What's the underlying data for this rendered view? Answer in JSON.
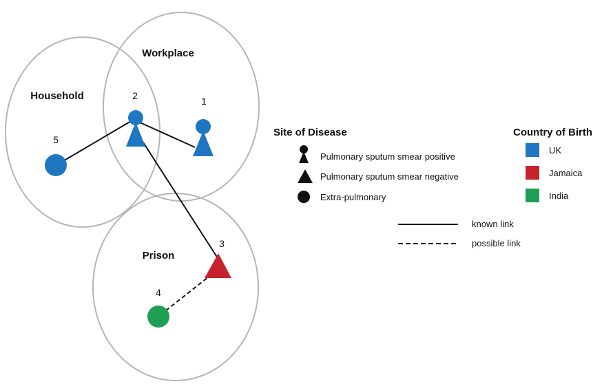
{
  "settings": {
    "household": "Household",
    "workplace": "Workplace",
    "prison": "Prison"
  },
  "cases": [
    {
      "id": "1",
      "site": "Pulmonary sputum smear positive",
      "country": "UK"
    },
    {
      "id": "2",
      "site": "Pulmonary sputum smear positive",
      "country": "UK"
    },
    {
      "id": "3",
      "site": "Pulmonary sputum smear negative",
      "country": "Jamaica"
    },
    {
      "id": "4",
      "site": "Extra-pulmonary",
      "country": "India"
    },
    {
      "id": "5",
      "site": "Extra-pulmonary",
      "country": "UK"
    }
  ],
  "links": [
    {
      "from": "2",
      "to": "5",
      "type": "known link"
    },
    {
      "from": "2",
      "to": "1",
      "type": "known link"
    },
    {
      "from": "2",
      "to": "3",
      "type": "known link"
    },
    {
      "from": "3",
      "to": "4",
      "type": "possible link"
    }
  ],
  "legend": {
    "site_title": "Site of Disease",
    "site_items": [
      {
        "label": "Pulmonary sputum smear positive",
        "icon": "person-icon"
      },
      {
        "label": "Pulmonary sputum smear negative",
        "icon": "triangle-icon"
      },
      {
        "label": "Extra-pulmonary",
        "icon": "circle-icon"
      }
    ],
    "country_title": "Country of Birth",
    "country_items": [
      {
        "label": "UK",
        "color": "#1f77c2"
      },
      {
        "label": "Jamaica",
        "color": "#c8232c"
      },
      {
        "label": "India",
        "color": "#1f9e54"
      }
    ],
    "link_items": [
      {
        "label": "known link",
        "style": "solid"
      },
      {
        "label": "possible link",
        "style": "dashed"
      }
    ]
  },
  "colors": {
    "uk": "#1f77c2",
    "jamaica": "#c8232c",
    "india": "#1f9e54",
    "ellipse_stroke": "#b5b5b5"
  }
}
